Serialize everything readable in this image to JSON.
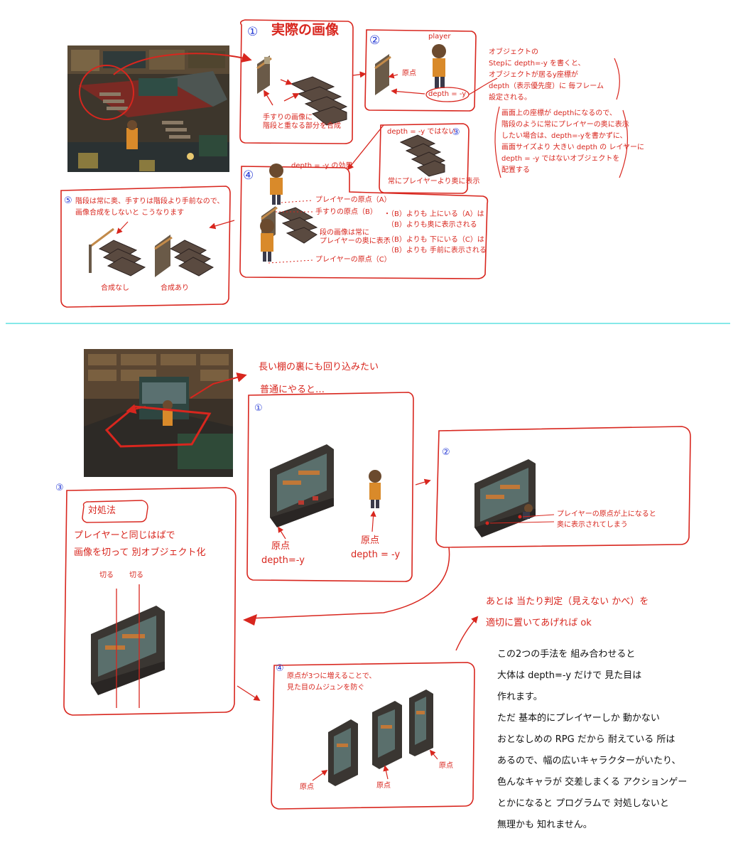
{
  "colors": {
    "ink": "#d8261e",
    "blue": "#2b3fd6",
    "divider": "#5fe0e0",
    "black": "#111111"
  },
  "top": {
    "p1": {
      "num": "①",
      "title": "実際の画像",
      "note": "手すりの画像に\n階段と重なる部分を合成"
    },
    "p2": {
      "num": "②",
      "player": "player",
      "origin": "原点",
      "depth": "depth = -y"
    },
    "side_note_1": "オブジェクトの\nStepに depth=-y を書くと、\nオブジェクトが居るy座標が\ndepth（表示優先度）に 毎フレーム\n設定される。",
    "side_note_2": "画面上の座標が depthになるので、\n階段のように常にプレイヤーの奥に表示\nしたい場合は、depth=-yを書かずに、\n画面サイズより 大きい depth の レイヤーに\ndepth = -y ではないオブジェクトを\n配置する",
    "p3": {
      "num": "③",
      "head": "depth = -y ではない",
      "foot": "常にプレイヤーより奥に表示"
    },
    "p4": {
      "num": "④",
      "title": "depth = -y の効果",
      "label_a": "プレイヤーの原点（A）",
      "label_b": "手すりの原点（B）",
      "label_steps": "段の画像は常に\nプレイヤーの奥に表示",
      "label_c": "プレイヤーの原点（C）",
      "bullet_1": "・（B）よりも 上にいる（A）は\n　（B）よりも奥に表示される",
      "bullet_2": "・（B）よりも 下にいる（C）は\n　（B）よりも 手前に表示される"
    },
    "p5": {
      "num": "⑤",
      "note": "階段は常に奥、手すりは階段より手前なので、\n画像合成をしないと こうなります",
      "label_no": "合成なし",
      "label_yes": "合成あり"
    }
  },
  "bottom": {
    "title": "長い棚の裏にも回り込みたい",
    "subtitle": "普通にやると…",
    "q1": {
      "num": "①",
      "origin_left": "原点",
      "depth_left": "depth=-y",
      "origin_right": "原点",
      "depth_right": "depth = -y"
    },
    "q2": {
      "num": "②",
      "note": "プレイヤーの原点が上になると\n奥に表示されてしまう"
    },
    "q3": {
      "num": "③",
      "head": "対処法",
      "note": "プレイヤーと同じはばで\n画像を切って 別オブジェクト化",
      "cut1": "切る",
      "cut2": "切る"
    },
    "q4": {
      "num": "④",
      "note": "原点が3つに増えることで、\n見た目のムジュンを防ぐ",
      "o1": "原点",
      "o2": "原点",
      "o3": "原点"
    },
    "after": "あとは 当たり判定（見えない かべ）を\n適切に置いてあげれば ok",
    "conclusion": "この2つの手法を 組み合わせると\n大体は depth=-y だけで 見た目は\n作れます。\nただ 基本的にプレイヤーしか 動かない\nおとなしめの RPG だから 耐えている 所は\nあるので、幅の広いキャラクターがいたり、\n色んなキャラが 交差しまくる アクションゲー\nとかになると プログラムで 対処しないと\n無理かも 知れません。"
  }
}
